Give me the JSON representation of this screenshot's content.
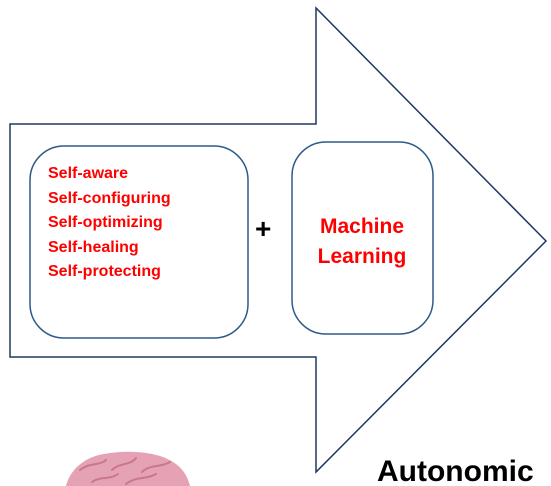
{
  "colors": {
    "accent_text": "#ff0000",
    "outline": "#1f3864",
    "box_outline": "#2e5a88",
    "brain_main": "#e6a2b5",
    "brain_dark": "#c9768f"
  },
  "left_box": {
    "items": [
      "Self-aware",
      "Self-configuring",
      "Self-optimizing",
      "Self-healing",
      "Self-protecting"
    ]
  },
  "plus": "+",
  "right_box": {
    "line1": "Machine",
    "line2": "Learning"
  },
  "bottom": {
    "caption": "Autonomic",
    "icon": "brain-icon"
  }
}
